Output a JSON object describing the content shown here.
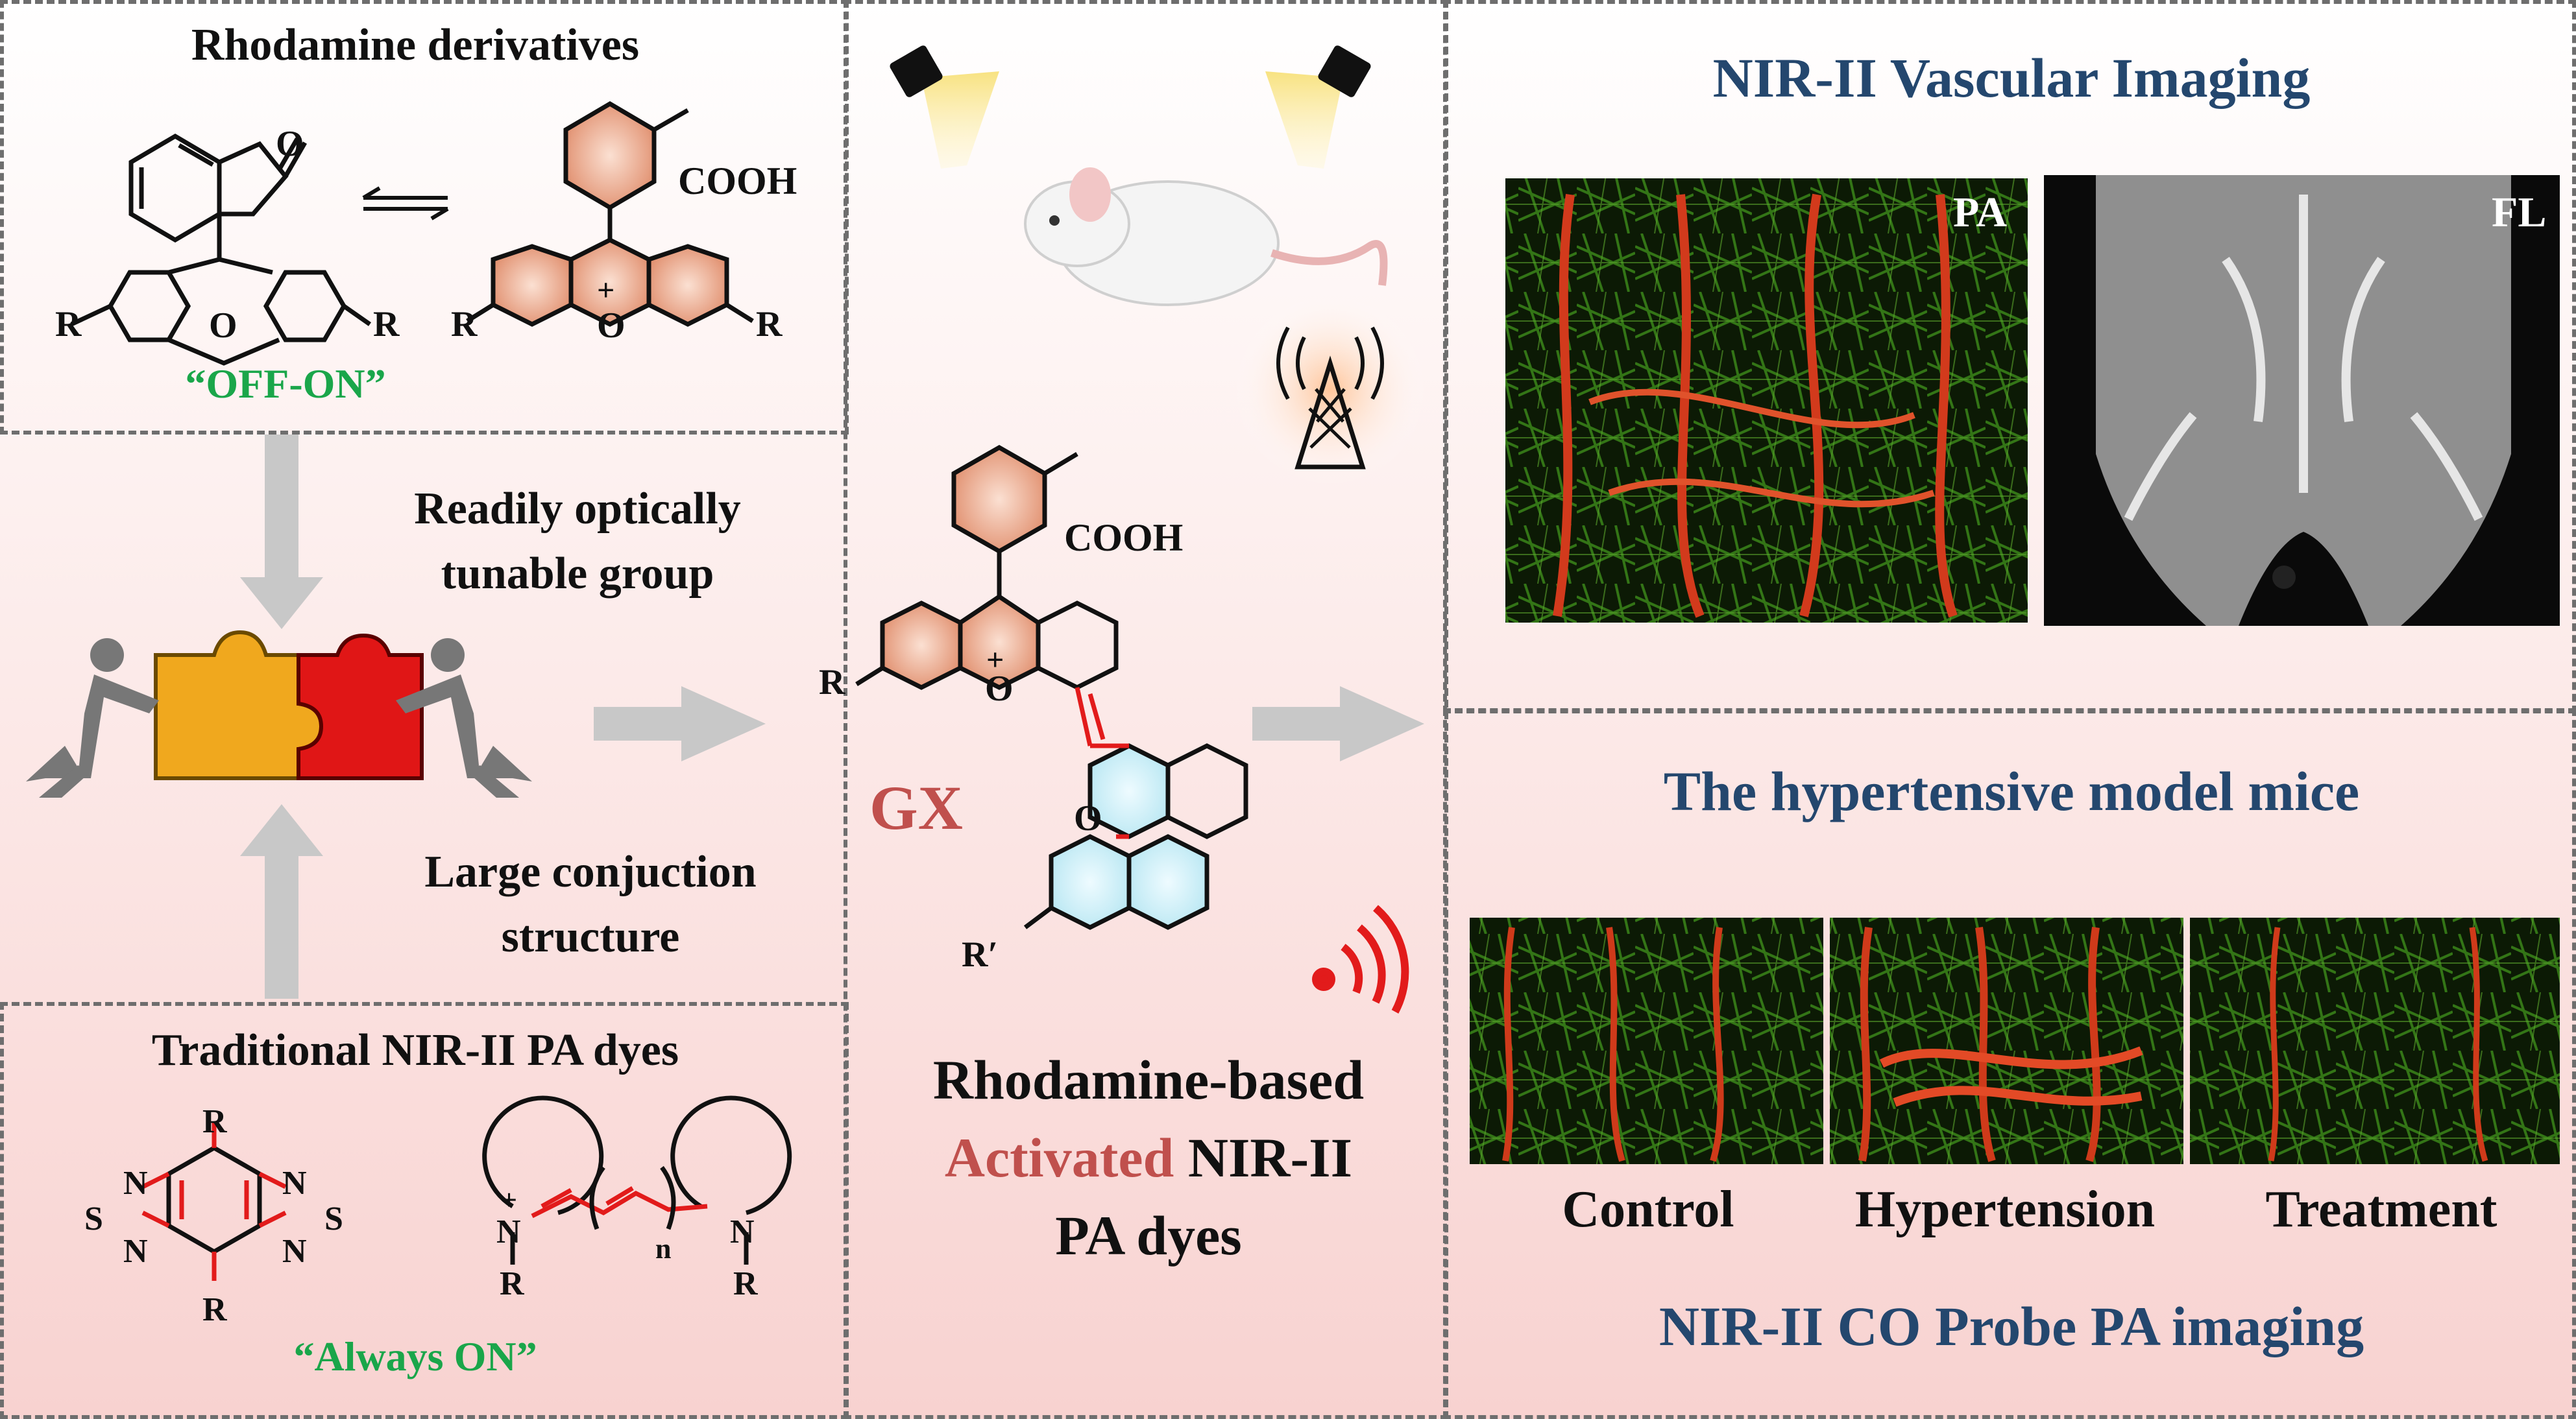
{
  "colors": {
    "green": "#1aa64a",
    "navy": "#24476e",
    "rust": "#c0504d",
    "red": "#e21b1b",
    "dash": "#6e6e6e"
  },
  "rhodamine": {
    "title": "Rhodamine derivatives",
    "off_on": "“OFF-ON”",
    "cooh": "COOH",
    "o_carbonyl": "O",
    "o_ring": "O",
    "o_plus": "O",
    "plus": "+",
    "r": "R"
  },
  "concept": {
    "tunable_line1": "Readily optically",
    "tunable_line2": "tunable group",
    "conj_line1": "Large conjuction",
    "conj_line2": "structure"
  },
  "traditional": {
    "title": "Traditional NIR-II PA dyes",
    "always_on": "“Always ON”",
    "r": "R",
    "n": "N",
    "s": "S",
    "n_sub": "n",
    "plus": "+"
  },
  "center": {
    "cooh": "COOH",
    "gx": "GX",
    "r": "R",
    "r_prime": "R′",
    "o": "O",
    "plus": "+",
    "caption_line1": "Rhodamine-based",
    "caption_activated": "Activated",
    "caption_nir": " NIR-II",
    "caption_line3": "PA dyes"
  },
  "vascular": {
    "title": "NIR-II Vascular Imaging",
    "pa_label": "PA",
    "fl_label": "FL"
  },
  "hypertensive": {
    "title": "The hypertensive model mice",
    "labels": [
      "Control",
      "Hypertension",
      "Treatment"
    ],
    "footer": "NIR-II CO Probe PA imaging"
  }
}
